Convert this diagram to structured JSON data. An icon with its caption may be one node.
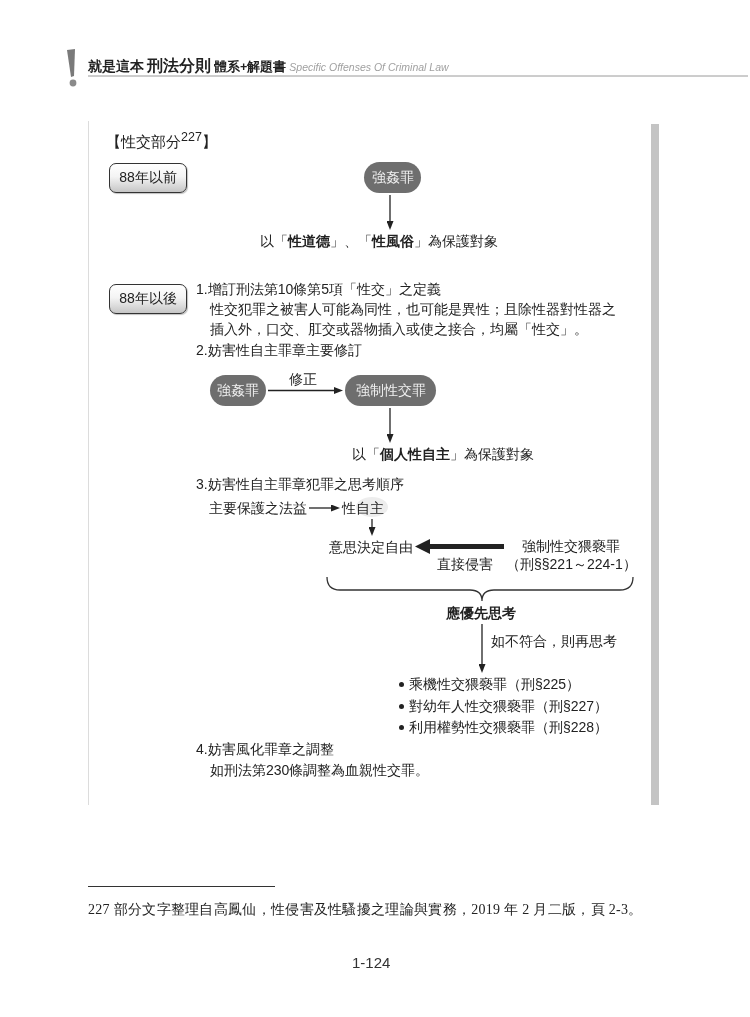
{
  "diagram": {
    "nodes": [
      {
        "text": [
          "88年以前"
        ]
      },
      {
        "text": [
          "強姦罪"
        ]
      },
      {
        "text": [
          "以「**性道德**」、「**性風俗**」為保護對象"
        ]
      },
      {
        "text": [
          "88年以後"
        ]
      },
      {
        "text": [
          "強姦罪"
        ]
      },
      {
        "text": [
          "強制性交罪"
        ]
      },
      {
        "text": [
          "以「**個人性自主**」為保護對象"
        ]
      },
      {
        "text": [
          "主要保護之法益"
        ]
      },
      {
        "text": [
          "性自主"
        ]
      },
      {
        "text": [
          "意思決定自由"
        ]
      },
      {
        "text": [
          "強制性交猥褻罪",
          "（刑§§221～224-1）"
        ]
      },
      {
        "text": [
          "應優先思考"
        ]
      },
      {
        "text": [
          "乘機性交猥褻罪（刑§225）",
          "對幼年人性交猥褻罪（刑§227）",
          "利用權勢性交猥褻罪（刑§228）"
        ]
      }
    ],
    "edges": [
      {
        "from": 1,
        "to": 2,
        "arrow": "to"
      },
      {
        "from": 4,
        "to": 5,
        "arrow": "to",
        "label": "修正"
      },
      {
        "from": 5,
        "to": 6,
        "arrow": "to"
      },
      {
        "from": 7,
        "to": 8,
        "arrow": "to"
      },
      {
        "from": 8,
        "to": 9,
        "arrow": "to"
      },
      {
        "from": 10,
        "to": 9,
        "arrow": "to",
        "label": "直接侵害",
        "style": "thick"
      },
      {
        "from": 11,
        "to": 12,
        "arrow": "to",
        "label": "如不符合，則再思考"
      }
    ],
    "labels": [
      "就是這本",
      "刑法分則",
      "體系+解題書",
      "Specific Offenses Of Criminal Law",
      "【性交部分$^{227}$】",
      "1.增訂刑法第10條第5項「性交」之定義",
      "性交犯罪之被害人可能為同性，也可能是異性；且除性器對性器之插入外，口交、肛交或器物插入或使之接合，均屬「性交」。",
      "2.妨害性自主罪章主要修訂",
      "3.妨害性自主罪章犯罪之思考順序",
      "4.妨害風化罪章之調整",
      "如刑法第230條調整為血親性交罪。",
      "227 部分文字整理自高鳳仙，性侵害及性騷擾之理論與實務，2019 年 2 月二版，頁 2-3。",
      "1-124"
    ]
  }
}
